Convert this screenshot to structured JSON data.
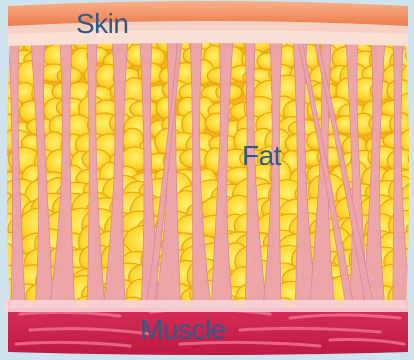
{
  "labels": {
    "skin": "Skin",
    "fat": "Fat",
    "muscle": "Muscle"
  },
  "colors": {
    "background": "#cfe3ef",
    "skin": "#f08a5a",
    "dermis": "#fbe0d6",
    "fat_base": "#f6bb1c",
    "fat_light": "#ffe55e",
    "septa": "#eaa2ae",
    "muscle": "#cc1f4c",
    "muscle_light": "#ef6f8c",
    "label": "#2e5a86"
  }
}
